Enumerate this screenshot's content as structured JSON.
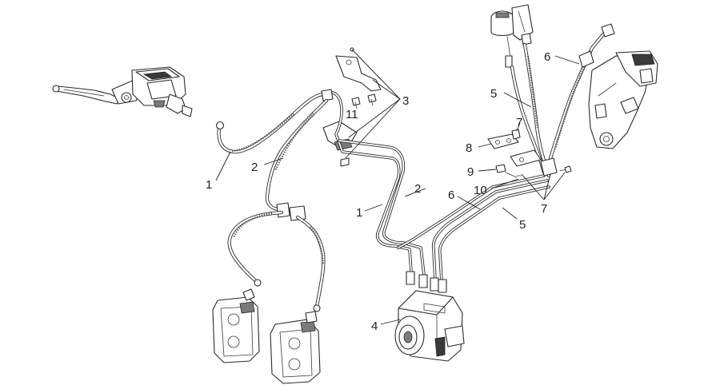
{
  "callouts": {
    "c1a": "1",
    "c2a": "2",
    "c3": "3",
    "c11": "11",
    "c1b": "1",
    "c2b": "2",
    "c4": "4",
    "c5a": "5",
    "c6a": "6",
    "c7a": "7",
    "c8": "8",
    "c9": "9",
    "c10": "10",
    "c6b": "6",
    "c5b": "5",
    "c7b": "7"
  }
}
